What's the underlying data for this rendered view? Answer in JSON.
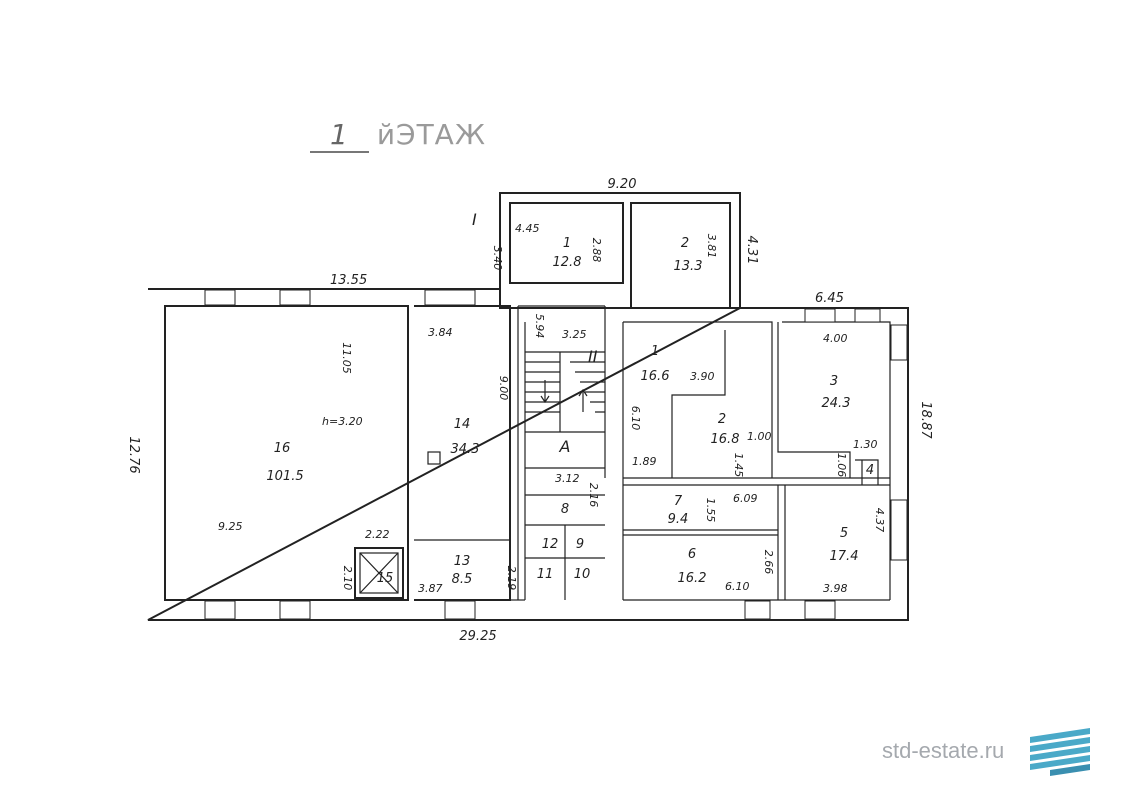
{
  "title": {
    "number": "1",
    "text": "йЭТАЖ"
  },
  "brand": {
    "text": "std-estate.ru",
    "accent": "#4aa9c8"
  },
  "dimensions": {
    "top_annex": "9.20",
    "left_top": "13.55",
    "right_top": "6.45",
    "bottom": "29.25",
    "left_height": "12.76",
    "right_height": "18.87",
    "annex_right": "4.31"
  },
  "marks": {
    "entrance_1": "I",
    "entrance_2": "II",
    "stair": "A"
  },
  "rooms": [
    {
      "num": "1",
      "area": "12.8"
    },
    {
      "num": "2",
      "area": "13.3"
    },
    {
      "num": "16",
      "area": "101.5"
    },
    {
      "num": "14",
      "area": "34.3"
    },
    {
      "num": "13",
      "area": "8.5"
    },
    {
      "num": "15",
      "area": ""
    },
    {
      "num": "1",
      "area": "16.6"
    },
    {
      "num": "2",
      "area": "16.8"
    },
    {
      "num": "3",
      "area": "24.3"
    },
    {
      "num": "4",
      "area": ""
    },
    {
      "num": "5",
      "area": "17.4"
    },
    {
      "num": "6",
      "area": "16.2"
    },
    {
      "num": "7",
      "area": "9.4"
    },
    {
      "num": "8",
      "area": ""
    },
    {
      "num": "9",
      "area": ""
    },
    {
      "num": "10",
      "area": ""
    },
    {
      "num": "11",
      "area": ""
    },
    {
      "num": "12",
      "area": ""
    }
  ],
  "labels": {
    "annex_left_h": "3.40",
    "annex_w1": "4.45",
    "annex_mid": "2.88",
    "annex_r": "3.81",
    "hall_h": "11.05",
    "ceiling": "h=3.20",
    "hall_w": "9.25",
    "r14_w": "3.84",
    "r14_h": "9.00",
    "corr_h": "5.94",
    "corr_w": "3.25",
    "r1b_w": "3.90",
    "r1b_h": "6.10",
    "r1b_x": "1.89",
    "r3_w": "4.00",
    "r2_d": "1.00",
    "r2_d2": "1.45",
    "r4_w": "1.30",
    "r4_h": "1.06",
    "r8_w": "3.12",
    "r8_h": "2.16",
    "r7_h": "1.55",
    "r7_w": "6.09",
    "r6_h": "2.66",
    "r6_w": "6.10",
    "r5_h": "4.37",
    "r5_w": "3.98",
    "r15_w": "2.22",
    "r15_h": "2.10",
    "r13_w": "3.87",
    "r13_h": "2.19"
  }
}
